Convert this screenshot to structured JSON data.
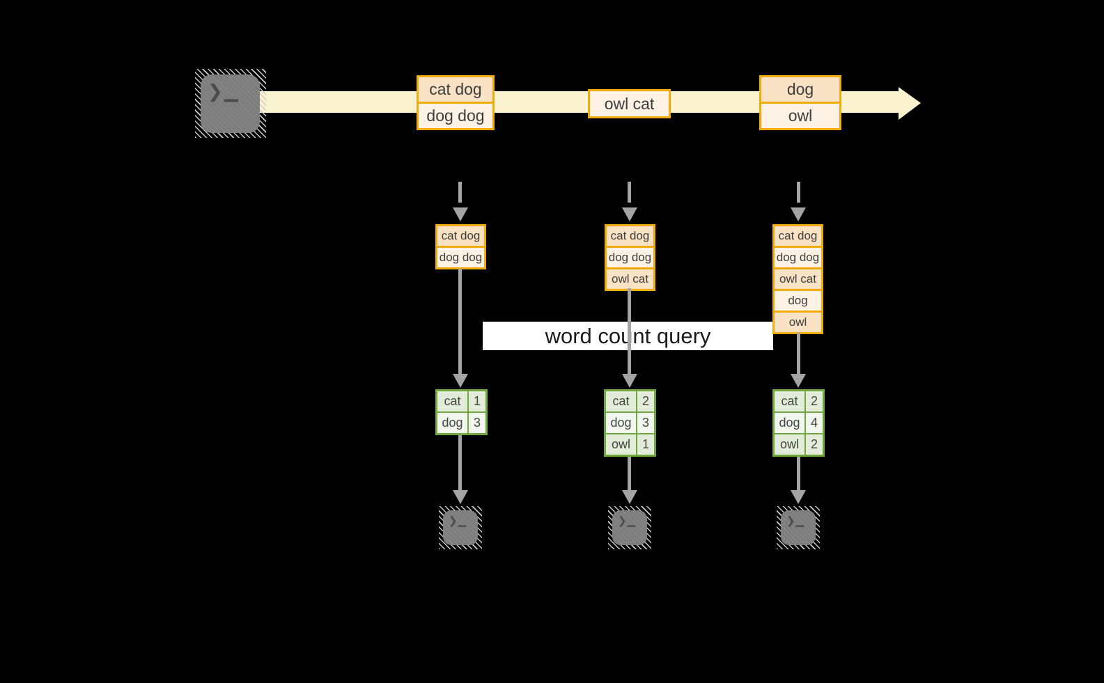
{
  "colors": {
    "background": "#000000",
    "stream_fill": "#fbf2cf",
    "event_border": "#f1ab0c",
    "event_fill_dark": "#fae3c4",
    "event_fill_light": "#fdf2e3",
    "table_border": "#6fa93e",
    "table_fill_dark": "#e2ecd8",
    "table_fill_light": "#f2f7ed",
    "arrow_gray": "#a4a4a4",
    "terminal_gray": "#7d7d7d",
    "hatch": "#cdcdcd",
    "banner_bg": "#ffffff",
    "banner_text": "#1b1b1b",
    "text_dark": "#3d3d3d"
  },
  "terminal": {
    "chevron": "❯",
    "cursor": "▁"
  },
  "stream": {
    "events": [
      {
        "lines": [
          "cat dog",
          "dog dog"
        ]
      },
      {
        "lines": [
          "owl cat"
        ]
      },
      {
        "lines": [
          "dog",
          "owl"
        ]
      }
    ]
  },
  "banner": {
    "label": "word count query"
  },
  "columns": [
    {
      "input_window": [
        "cat dog",
        "dog dog"
      ],
      "counts": [
        {
          "word": "cat",
          "value": "1"
        },
        {
          "word": "dog",
          "value": "3"
        }
      ]
    },
    {
      "input_window": [
        "cat dog",
        "dog dog",
        "owl cat"
      ],
      "counts": [
        {
          "word": "cat",
          "value": "2"
        },
        {
          "word": "dog",
          "value": "3"
        },
        {
          "word": "owl",
          "value": "1"
        }
      ]
    },
    {
      "input_window": [
        "cat dog",
        "dog dog",
        "owl cat",
        "dog",
        "owl"
      ],
      "counts": [
        {
          "word": "cat",
          "value": "2"
        },
        {
          "word": "dog",
          "value": "4"
        },
        {
          "word": "owl",
          "value": "2"
        }
      ]
    }
  ]
}
